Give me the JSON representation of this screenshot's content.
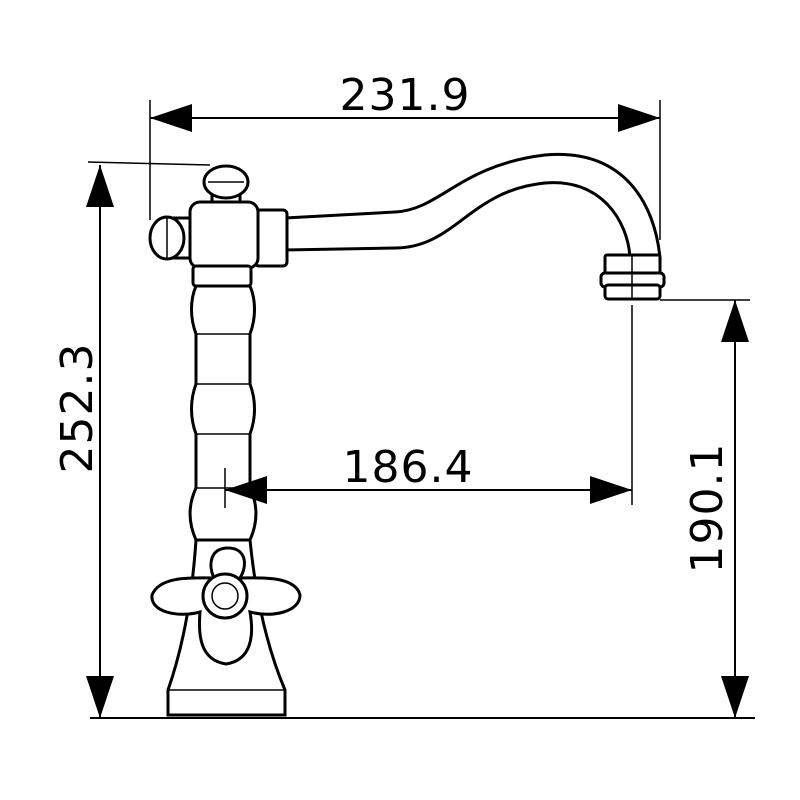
{
  "dimensions": {
    "overall_width": "231.9",
    "overall_height": "252.3",
    "spout_reach": "186.4",
    "spout_height": "190.1"
  },
  "colors": {
    "line": "#000000",
    "background": "#ffffff"
  }
}
